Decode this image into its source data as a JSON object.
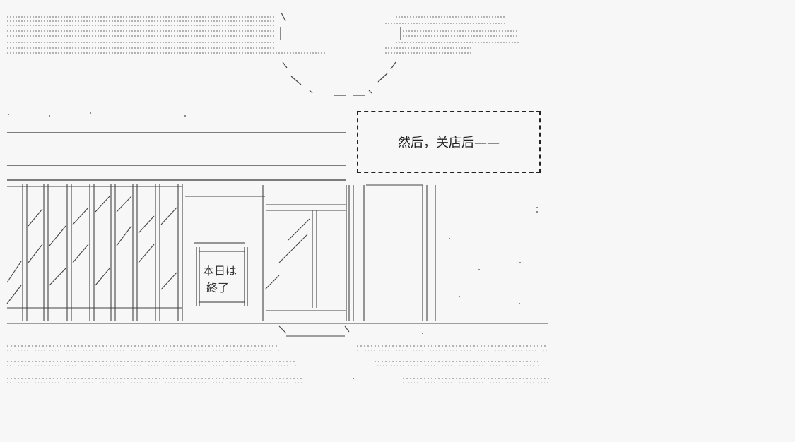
{
  "caption": {
    "text": "然后，关店后——"
  },
  "shop_sign": {
    "line1": "本日は",
    "line2": "終了"
  },
  "colors": {
    "ink": "#333333",
    "paper": "#f7f7f7"
  }
}
